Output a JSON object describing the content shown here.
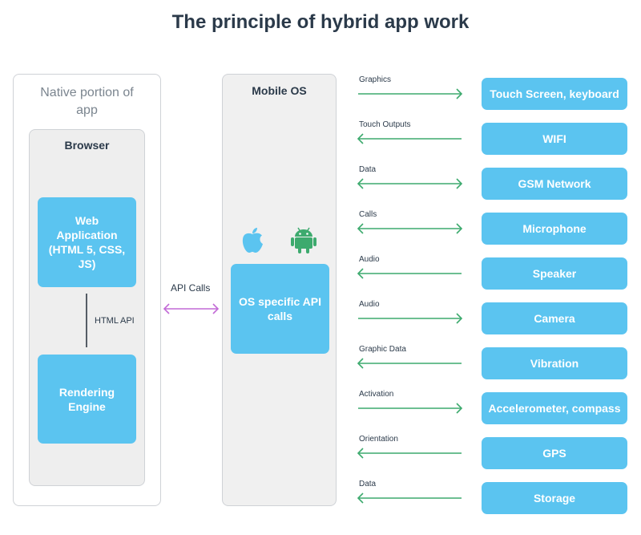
{
  "title": "The principle of hybrid app work",
  "native_panel": {
    "label": "Native portion of app"
  },
  "browser_panel": {
    "label": "Browser"
  },
  "web_app": {
    "label": "Web Application (HTML 5, CSS, JS)"
  },
  "rendering_engine": {
    "label": "Rendering Engine"
  },
  "html_api_label": "HTML API",
  "api_calls_label": "API Calls",
  "os_panel": {
    "label": "Mobile OS",
    "icons": [
      "apple-icon",
      "android-icon"
    ]
  },
  "os_api": {
    "label": "OS specific API calls"
  },
  "colors": {
    "blue": "#5bc4f0",
    "green": "#3daa6e",
    "purple": "#c26ad6",
    "title": "#2b3a4a"
  },
  "connections": [
    {
      "label": "Graphics",
      "device": "Touch Screen, keyboard",
      "direction": "right"
    },
    {
      "label": "Touch Outputs",
      "device": "WIFI",
      "direction": "left"
    },
    {
      "label": "Data",
      "device": "GSM Network",
      "direction": "both"
    },
    {
      "label": "Calls",
      "device": "Microphone",
      "direction": "both"
    },
    {
      "label": "Audio",
      "device": "Speaker",
      "direction": "left"
    },
    {
      "label": "Audio",
      "device": "Camera",
      "direction": "right"
    },
    {
      "label": "Graphic Data",
      "device": "Vibration",
      "direction": "left"
    },
    {
      "label": "Activation",
      "device": "Accelerometer, compass",
      "direction": "right"
    },
    {
      "label": "Orientation",
      "device": "GPS",
      "direction": "left"
    },
    {
      "label": "Data",
      "device": "Storage",
      "direction": "left"
    }
  ]
}
